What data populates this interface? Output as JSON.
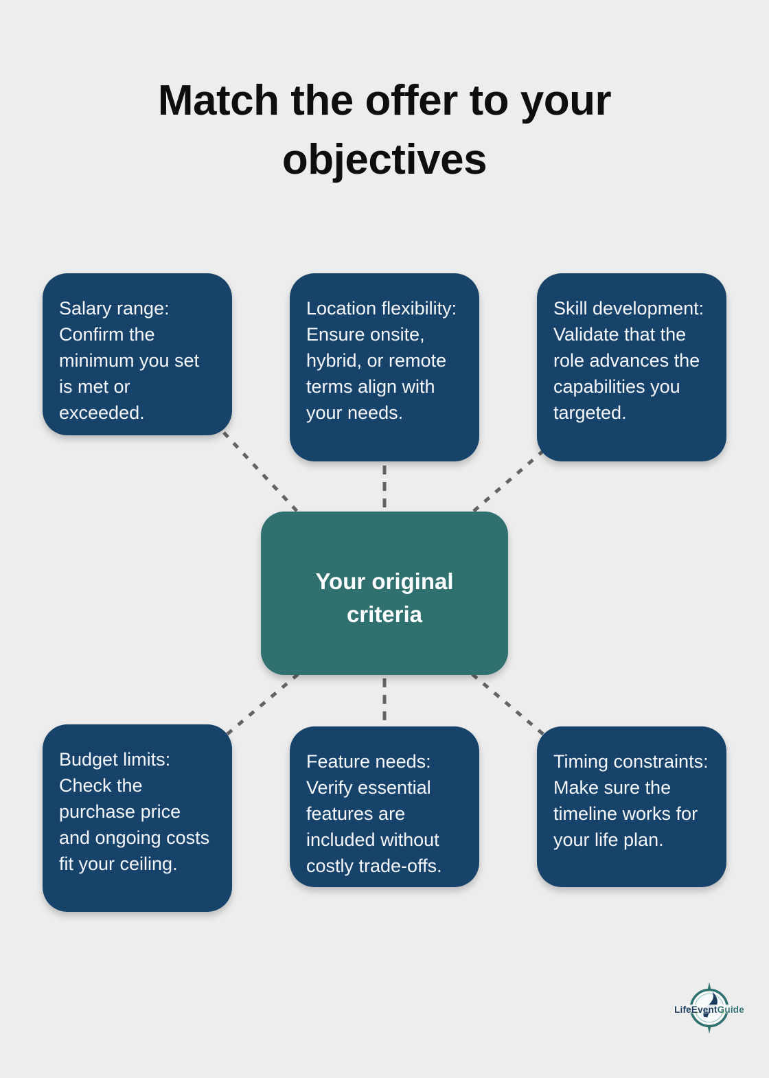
{
  "title": "Match the offer to your objectives",
  "center": {
    "label": "Your original criteria"
  },
  "nodes": [
    {
      "id": "salary-range",
      "text": "Salary range: Confirm the minimum you set is met or exceeded."
    },
    {
      "id": "location-flexibility",
      "text": "Location flexibility: Ensure onsite, hybrid, or remote terms align with your needs."
    },
    {
      "id": "skill-development",
      "text": "Skill development: Validate that the role advances the capabilities you targeted."
    },
    {
      "id": "budget-limits",
      "text": "Budget limits: Check the purchase price and ongoing costs fit your ceiling."
    },
    {
      "id": "feature-needs",
      "text": "Feature needs: Verify essential features are included without costly trade-offs."
    },
    {
      "id": "timing-constraints",
      "text": "Timing constraints: Make sure the timeline works for your life plan."
    }
  ],
  "logo": {
    "name_part1": "LifeEvent",
    "name_part2": "Guide"
  },
  "colors": {
    "navy": "#17436a",
    "teal": "#307170",
    "background": "#ededed",
    "connector": "#636363"
  }
}
